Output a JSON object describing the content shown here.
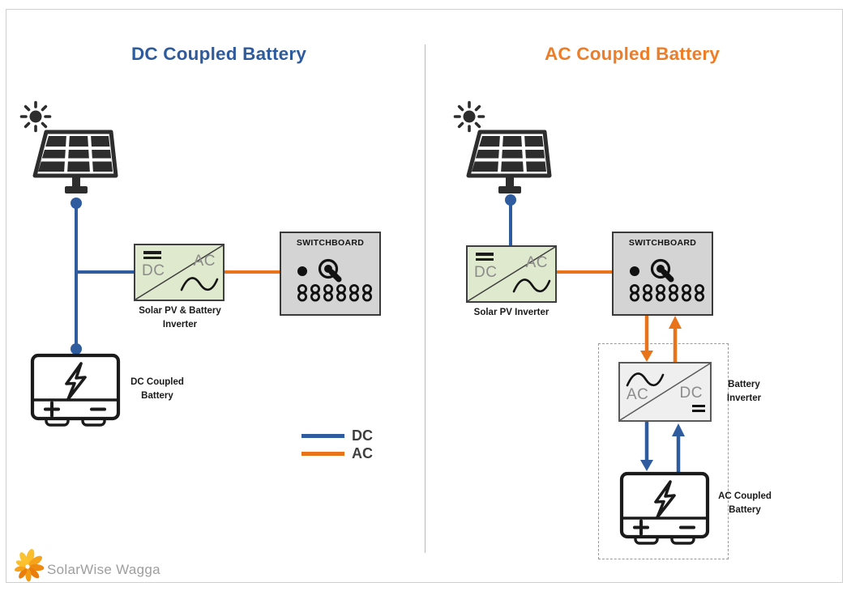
{
  "left": {
    "title": "DC Coupled Battery",
    "inverter_label": {
      "line1": "Solar PV & Battery",
      "line2": "Inverter"
    },
    "battery_label": {
      "line1": "DC Coupled",
      "line2": "Battery"
    }
  },
  "right": {
    "title": "AC Coupled Battery",
    "inverter_label": "Solar PV Inverter",
    "battery_inverter_label": {
      "line1": "Battery",
      "line2": "Inverter"
    },
    "battery_label": {
      "line1": "AC Coupled",
      "line2": "Battery"
    }
  },
  "labels": {
    "dc": "DC",
    "ac": "AC",
    "switchboard": "SWITCHBOARD"
  },
  "legend": {
    "dc": "DC",
    "ac": "AC"
  },
  "footer": {
    "brand": "SolarWise Wagga"
  },
  "colors": {
    "dc_wire": "#2E5C9E",
    "ac_wire": "#E8731A",
    "title_dc": "#2E5B9E",
    "title_ac": "#ED7D26",
    "inverter_fill": "#dfe9cd",
    "switchboard_fill": "#d4d4d4"
  }
}
